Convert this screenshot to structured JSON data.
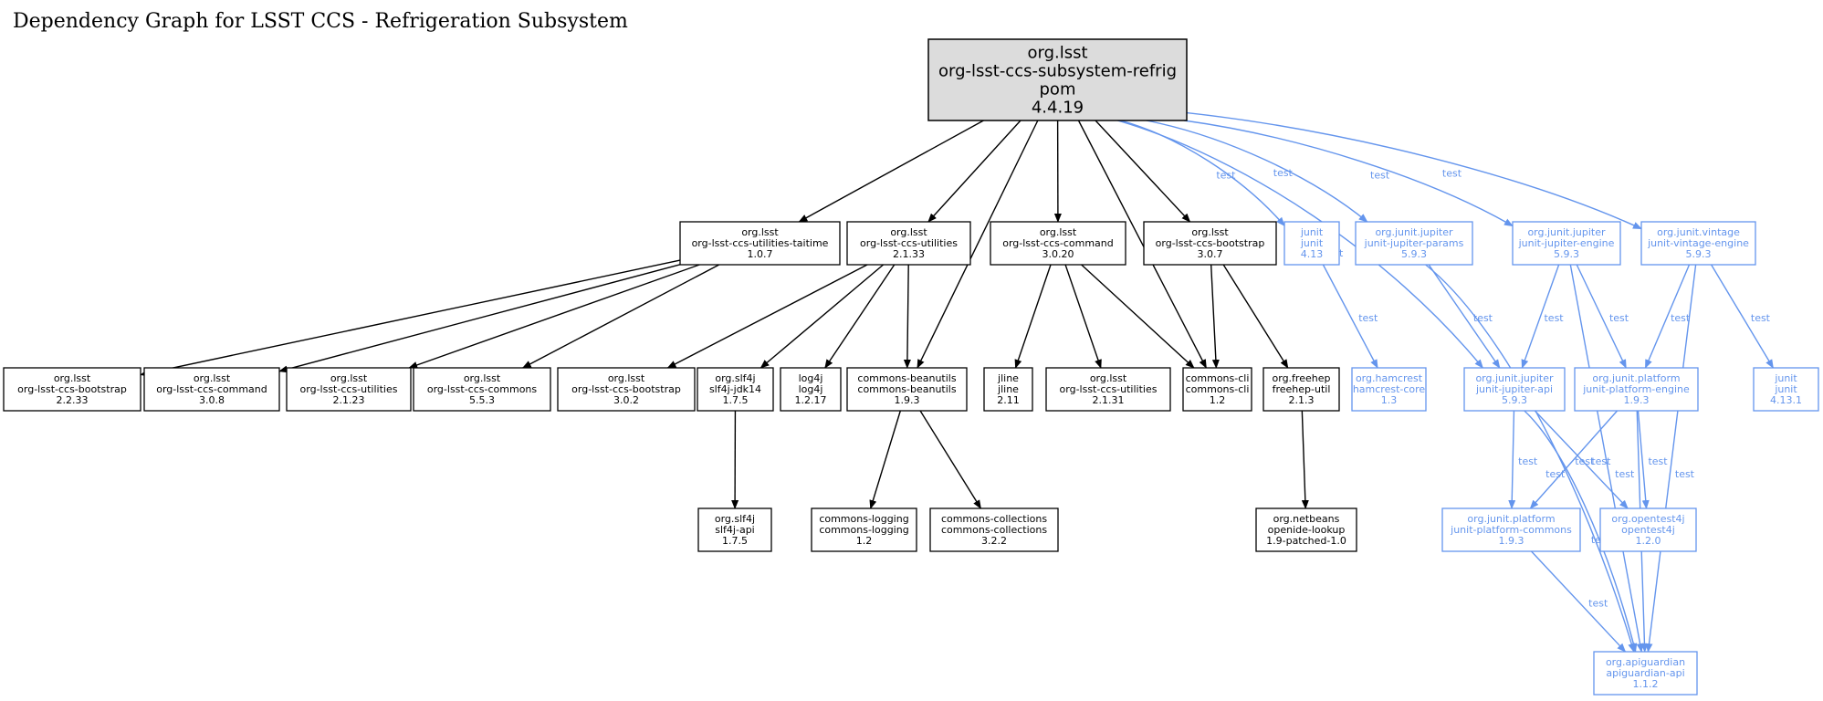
{
  "title": "Dependency Graph for LSST CCS - Refrigeration Subsystem",
  "colors": {
    "compile": "#000000",
    "test": "#6495ed",
    "root_fill": "#dcdcdc",
    "node_fill": "#ffffff"
  },
  "edge_label_test": "test",
  "nodes": [
    {
      "id": "root",
      "lines": [
        "org.lsst",
        "org-lsst-ccs-subsystem-refrig",
        "pom",
        "4.4.19"
      ],
      "scope": "root"
    },
    {
      "id": "taitime",
      "lines": [
        "org.lsst",
        "org-lsst-ccs-utilities-taitime",
        "1.0.7"
      ],
      "scope": "compile"
    },
    {
      "id": "utilities2133",
      "lines": [
        "org.lsst",
        "org-lsst-ccs-utilities",
        "2.1.33"
      ],
      "scope": "compile"
    },
    {
      "id": "command3020",
      "lines": [
        "org.lsst",
        "org-lsst-ccs-command",
        "3.0.20"
      ],
      "scope": "compile"
    },
    {
      "id": "bootstrap307",
      "lines": [
        "org.lsst",
        "org-lsst-ccs-bootstrap",
        "3.0.7"
      ],
      "scope": "compile"
    },
    {
      "id": "junit413",
      "lines": [
        "junit",
        "junit",
        "4.13"
      ],
      "scope": "test"
    },
    {
      "id": "params",
      "lines": [
        "org.junit.jupiter",
        "junit-jupiter-params",
        "5.9.3"
      ],
      "scope": "test"
    },
    {
      "id": "engine",
      "lines": [
        "org.junit.jupiter",
        "junit-jupiter-engine",
        "5.9.3"
      ],
      "scope": "test"
    },
    {
      "id": "vintage",
      "lines": [
        "org.junit.vintage",
        "junit-vintage-engine",
        "5.9.3"
      ],
      "scope": "test"
    },
    {
      "id": "bootstrap2233",
      "lines": [
        "org.lsst",
        "org-lsst-ccs-bootstrap",
        "2.2.33"
      ],
      "scope": "compile"
    },
    {
      "id": "command308",
      "lines": [
        "org.lsst",
        "org-lsst-ccs-command",
        "3.0.8"
      ],
      "scope": "compile"
    },
    {
      "id": "utilities2123",
      "lines": [
        "org.lsst",
        "org-lsst-ccs-utilities",
        "2.1.23"
      ],
      "scope": "compile"
    },
    {
      "id": "commons553",
      "lines": [
        "org.lsst",
        "org-lsst-ccs-commons",
        "5.5.3"
      ],
      "scope": "compile"
    },
    {
      "id": "bootstrap302",
      "lines": [
        "org.lsst",
        "org-lsst-ccs-bootstrap",
        "3.0.2"
      ],
      "scope": "compile"
    },
    {
      "id": "slf4jjdk14",
      "lines": [
        "org.slf4j",
        "slf4j-jdk14",
        "1.7.5"
      ],
      "scope": "compile"
    },
    {
      "id": "log4j",
      "lines": [
        "log4j",
        "log4j",
        "1.2.17"
      ],
      "scope": "compile"
    },
    {
      "id": "beanutils",
      "lines": [
        "commons-beanutils",
        "commons-beanutils",
        "1.9.3"
      ],
      "scope": "compile"
    },
    {
      "id": "jline",
      "lines": [
        "jline",
        "jline",
        "2.11"
      ],
      "scope": "compile"
    },
    {
      "id": "utilities2131",
      "lines": [
        "org.lsst",
        "org-lsst-ccs-utilities",
        "2.1.31"
      ],
      "scope": "compile"
    },
    {
      "id": "commonscli",
      "lines": [
        "commons-cli",
        "commons-cli",
        "1.2"
      ],
      "scope": "compile"
    },
    {
      "id": "freehep",
      "lines": [
        "org.freehep",
        "freehep-util",
        "2.1.3"
      ],
      "scope": "compile"
    },
    {
      "id": "hamcrest",
      "lines": [
        "org.hamcrest",
        "hamcrest-core",
        "1.3"
      ],
      "scope": "test"
    },
    {
      "id": "jupiterapi",
      "lines": [
        "org.junit.jupiter",
        "junit-jupiter-api",
        "5.9.3"
      ],
      "scope": "test"
    },
    {
      "id": "platformengine",
      "lines": [
        "org.junit.platform",
        "junit-platform-engine",
        "1.9.3"
      ],
      "scope": "test"
    },
    {
      "id": "junit4131",
      "lines": [
        "junit",
        "junit",
        "4.13.1"
      ],
      "scope": "test"
    },
    {
      "id": "slf4japi",
      "lines": [
        "org.slf4j",
        "slf4j-api",
        "1.7.5"
      ],
      "scope": "compile"
    },
    {
      "id": "logging",
      "lines": [
        "commons-logging",
        "commons-logging",
        "1.2"
      ],
      "scope": "compile"
    },
    {
      "id": "collections",
      "lines": [
        "commons-collections",
        "commons-collections",
        "3.2.2"
      ],
      "scope": "compile"
    },
    {
      "id": "openid",
      "lines": [
        "org.netbeans",
        "openide-lookup",
        "1.9-patched-1.0"
      ],
      "scope": "compile"
    },
    {
      "id": "platformcommons",
      "lines": [
        "org.junit.platform",
        "junit-platform-commons",
        "1.9.3"
      ],
      "scope": "test"
    },
    {
      "id": "opentest4j",
      "lines": [
        "org.opentest4j",
        "opentest4j",
        "1.2.0"
      ],
      "scope": "test"
    },
    {
      "id": "apiguardian",
      "lines": [
        "org.apiguardian",
        "apiguardian-api",
        "1.1.2"
      ],
      "scope": "test"
    }
  ],
  "edges": [
    {
      "from": "root",
      "to": "taitime",
      "scope": "compile",
      "label": ""
    },
    {
      "from": "root",
      "to": "utilities2133",
      "scope": "compile",
      "label": ""
    },
    {
      "from": "root",
      "to": "beanutils",
      "scope": "compile",
      "label": ""
    },
    {
      "from": "root",
      "to": "command3020",
      "scope": "compile",
      "label": ""
    },
    {
      "from": "root",
      "to": "commonscli",
      "scope": "compile",
      "label": ""
    },
    {
      "from": "root",
      "to": "bootstrap307",
      "scope": "compile",
      "label": ""
    },
    {
      "from": "root",
      "to": "junit413",
      "scope": "test",
      "label": "test"
    },
    {
      "from": "root",
      "to": "params",
      "scope": "test",
      "label": "test"
    },
    {
      "from": "root",
      "to": "jupiterapi",
      "scope": "test",
      "label": "test"
    },
    {
      "from": "root",
      "to": "engine",
      "scope": "test",
      "label": "test"
    },
    {
      "from": "root",
      "to": "vintage",
      "scope": "test",
      "label": "test"
    },
    {
      "from": "taitime",
      "to": "bootstrap2233",
      "scope": "compile",
      "label": ""
    },
    {
      "from": "taitime",
      "to": "command308",
      "scope": "compile",
      "label": ""
    },
    {
      "from": "taitime",
      "to": "utilities2123",
      "scope": "compile",
      "label": ""
    },
    {
      "from": "taitime",
      "to": "commons553",
      "scope": "compile",
      "label": ""
    },
    {
      "from": "utilities2133",
      "to": "bootstrap302",
      "scope": "compile",
      "label": ""
    },
    {
      "from": "utilities2133",
      "to": "slf4jjdk14",
      "scope": "compile",
      "label": ""
    },
    {
      "from": "utilities2133",
      "to": "log4j",
      "scope": "compile",
      "label": ""
    },
    {
      "from": "utilities2133",
      "to": "beanutils",
      "scope": "compile",
      "label": ""
    },
    {
      "from": "command3020",
      "to": "jline",
      "scope": "compile",
      "label": ""
    },
    {
      "from": "command3020",
      "to": "utilities2131",
      "scope": "compile",
      "label": ""
    },
    {
      "from": "command3020",
      "to": "commonscli",
      "scope": "compile",
      "label": ""
    },
    {
      "from": "bootstrap307",
      "to": "commonscli",
      "scope": "compile",
      "label": ""
    },
    {
      "from": "bootstrap307",
      "to": "freehep",
      "scope": "compile",
      "label": ""
    },
    {
      "from": "slf4jjdk14",
      "to": "slf4japi",
      "scope": "compile",
      "label": ""
    },
    {
      "from": "beanutils",
      "to": "logging",
      "scope": "compile",
      "label": ""
    },
    {
      "from": "beanutils",
      "to": "collections",
      "scope": "compile",
      "label": ""
    },
    {
      "from": "freehep",
      "to": "openid",
      "scope": "compile",
      "label": ""
    },
    {
      "from": "junit413",
      "to": "hamcrest",
      "scope": "test",
      "label": "test"
    },
    {
      "from": "params",
      "to": "jupiterapi",
      "scope": "test",
      "label": "test"
    },
    {
      "from": "params",
      "to": "apiguardian",
      "scope": "test",
      "label": "test"
    },
    {
      "from": "engine",
      "to": "jupiterapi",
      "scope": "test",
      "label": "test"
    },
    {
      "from": "engine",
      "to": "platformengine",
      "scope": "test",
      "label": "test"
    },
    {
      "from": "engine",
      "to": "apiguardian",
      "scope": "test",
      "label": "test"
    },
    {
      "from": "vintage",
      "to": "platformengine",
      "scope": "test",
      "label": "test"
    },
    {
      "from": "vintage",
      "to": "junit4131",
      "scope": "test",
      "label": "test"
    },
    {
      "from": "vintage",
      "to": "apiguardian",
      "scope": "test",
      "label": "test"
    },
    {
      "from": "jupiterapi",
      "to": "platformcommons",
      "scope": "test",
      "label": "test"
    },
    {
      "from": "jupiterapi",
      "to": "opentest4j",
      "scope": "test",
      "label": "test"
    },
    {
      "from": "jupiterapi",
      "to": "apiguardian",
      "scope": "test",
      "label": "test"
    },
    {
      "from": "platformengine",
      "to": "platformcommons",
      "scope": "test",
      "label": "test"
    },
    {
      "from": "platformengine",
      "to": "opentest4j",
      "scope": "test",
      "label": "test"
    },
    {
      "from": "platformengine",
      "to": "apiguardian",
      "scope": "test",
      "label": "test"
    },
    {
      "from": "platformcommons",
      "to": "apiguardian",
      "scope": "test",
      "label": "test"
    }
  ]
}
